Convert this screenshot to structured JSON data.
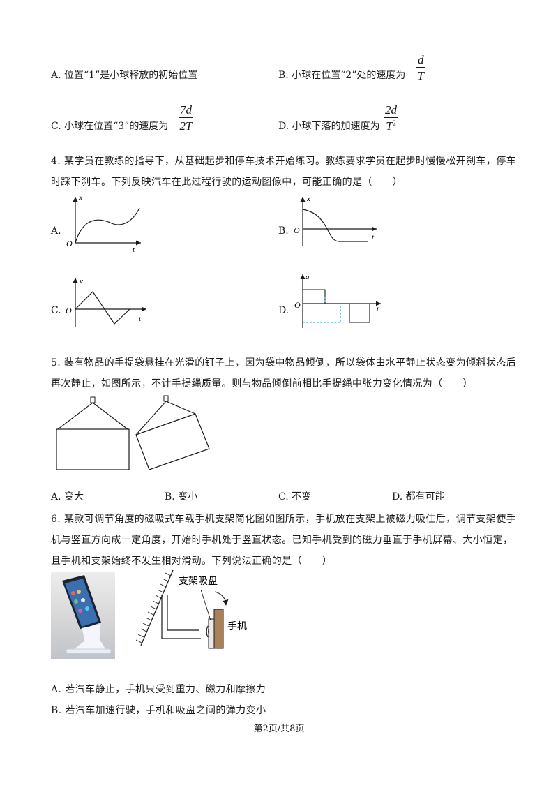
{
  "q3": {
    "optA": "A. 位置“1”是小球释放的初始位置",
    "optB_text": "B. 小球在位置“2”处的速度为",
    "optB_num": "d",
    "optB_den": "T",
    "optC_text": "C. 小球在位置“3”的速度为",
    "optC_num": "7d",
    "optC_den": "2T",
    "optD_text": "D. 小球下落的加速度为",
    "optD_num": "2d",
    "optD_den": "T",
    "optD_den_exp": "2"
  },
  "q4": {
    "line1": "4. 某学员在教练的指导下，从基础起步和停车技术开始练习。教练要求学员在起步时慢慢松开刹车，停车",
    "line2": "时踩下刹车。下列反映汽车在此过程行驶的运动图像中，可能正确的是（　　）",
    "graphs": [
      {
        "option": "A.",
        "y_label": "x",
        "x_label": "t",
        "origin": "O"
      },
      {
        "option": "B.",
        "y_label": "x",
        "x_label": "t",
        "origin": "O"
      },
      {
        "option": "C.",
        "y_label": "v",
        "x_label": "t",
        "origin": "O"
      },
      {
        "option": "D.",
        "y_label": "a",
        "x_label": "t",
        "origin": "O"
      }
    ]
  },
  "q5": {
    "line1": "5. 装有物品的手提袋悬挂在光滑的钉子上，因为袋中物品倾倒，所以袋体由水平静止状态变为倾斜状态后",
    "line2": "再次静止，如图所示，不计手提绳质量。则与物品倾倒前相比手提绳中张力变化情况为（　　）",
    "options": [
      "A.  变大",
      "B.  变小",
      "C.  不变",
      "D.  都有可能"
    ]
  },
  "q6": {
    "line1": "6. 某款可调节角度的磁吸式车载手机支架简化图如图所示，手机放在支架上被磁力吸住后，调节支架使手",
    "line2": "机与竖直方向成一定角度，开始时手机处于竖直状态。已知手机受到的磁力垂直于手机屏幕、大小恒定，",
    "line3": "且手机和支架始终不发生相对滑动。下列说法正确的是（　　）",
    "label_mount": "支架吸盘",
    "label_phone": "手机",
    "optA": "A. 若汽车静止，手机只受到重力、磁力和摩擦力",
    "optB": "B. 若汽车加速行驶，手机和吸盘之间的弹力变小"
  },
  "footer": "第2页/共8页"
}
